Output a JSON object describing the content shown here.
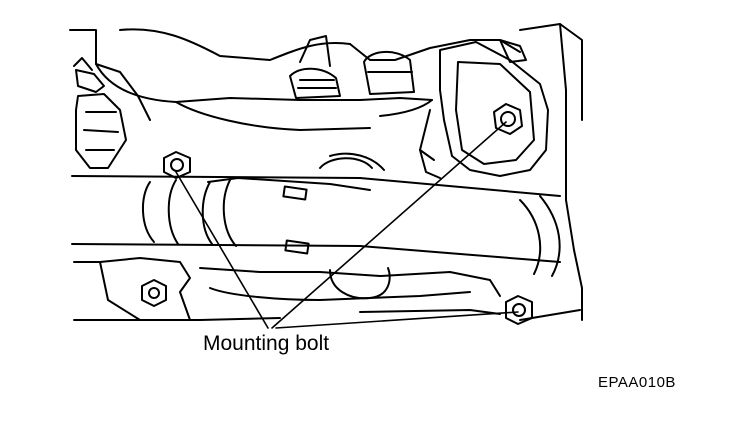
{
  "illustration": {
    "subject": "engine-assembly-line-drawing",
    "callout_label": "Mounting bolt",
    "figure_id": "EPAA010B"
  }
}
